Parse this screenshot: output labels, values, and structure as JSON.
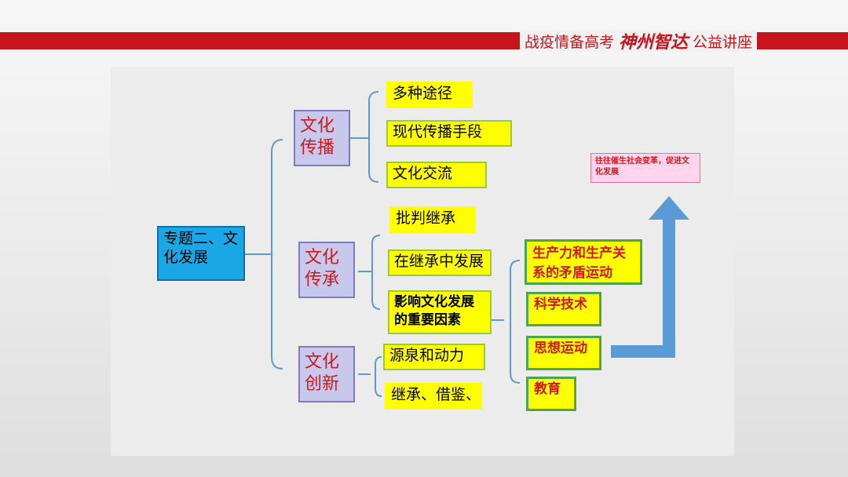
{
  "banner": {
    "title_prefix": "战疫情备高考",
    "calligraphy": "神州智达",
    "title_suffix": "公益讲座"
  },
  "root": {
    "label": "专题二、文化发展"
  },
  "categories": [
    {
      "label": "文化传播",
      "items": [
        "多种途径",
        "现代传播手段",
        "文化交流"
      ]
    },
    {
      "label": "文化传承",
      "items": [
        "批判继承",
        "在继承中发展",
        "影响文化发展的重要因素"
      ]
    },
    {
      "label": "文化创新",
      "items": [
        "源泉和动力",
        "继承、借鉴、"
      ]
    }
  ],
  "factors": [
    "生产力和生产关系的矛盾运动",
    "科学技术",
    "思想运动",
    "教育"
  ],
  "result": {
    "label": "往往催生社会变革，促进文化发展"
  },
  "colors": {
    "banner_red": "#c8141c",
    "root_fill": "#1aa7e6",
    "category_fill": "#c8c8ec",
    "category_text": "#cc1a1a",
    "leaf_fill": "#ffff00",
    "result_fill": "#ffd4ec",
    "connector_blue": "#5a9bd5"
  }
}
